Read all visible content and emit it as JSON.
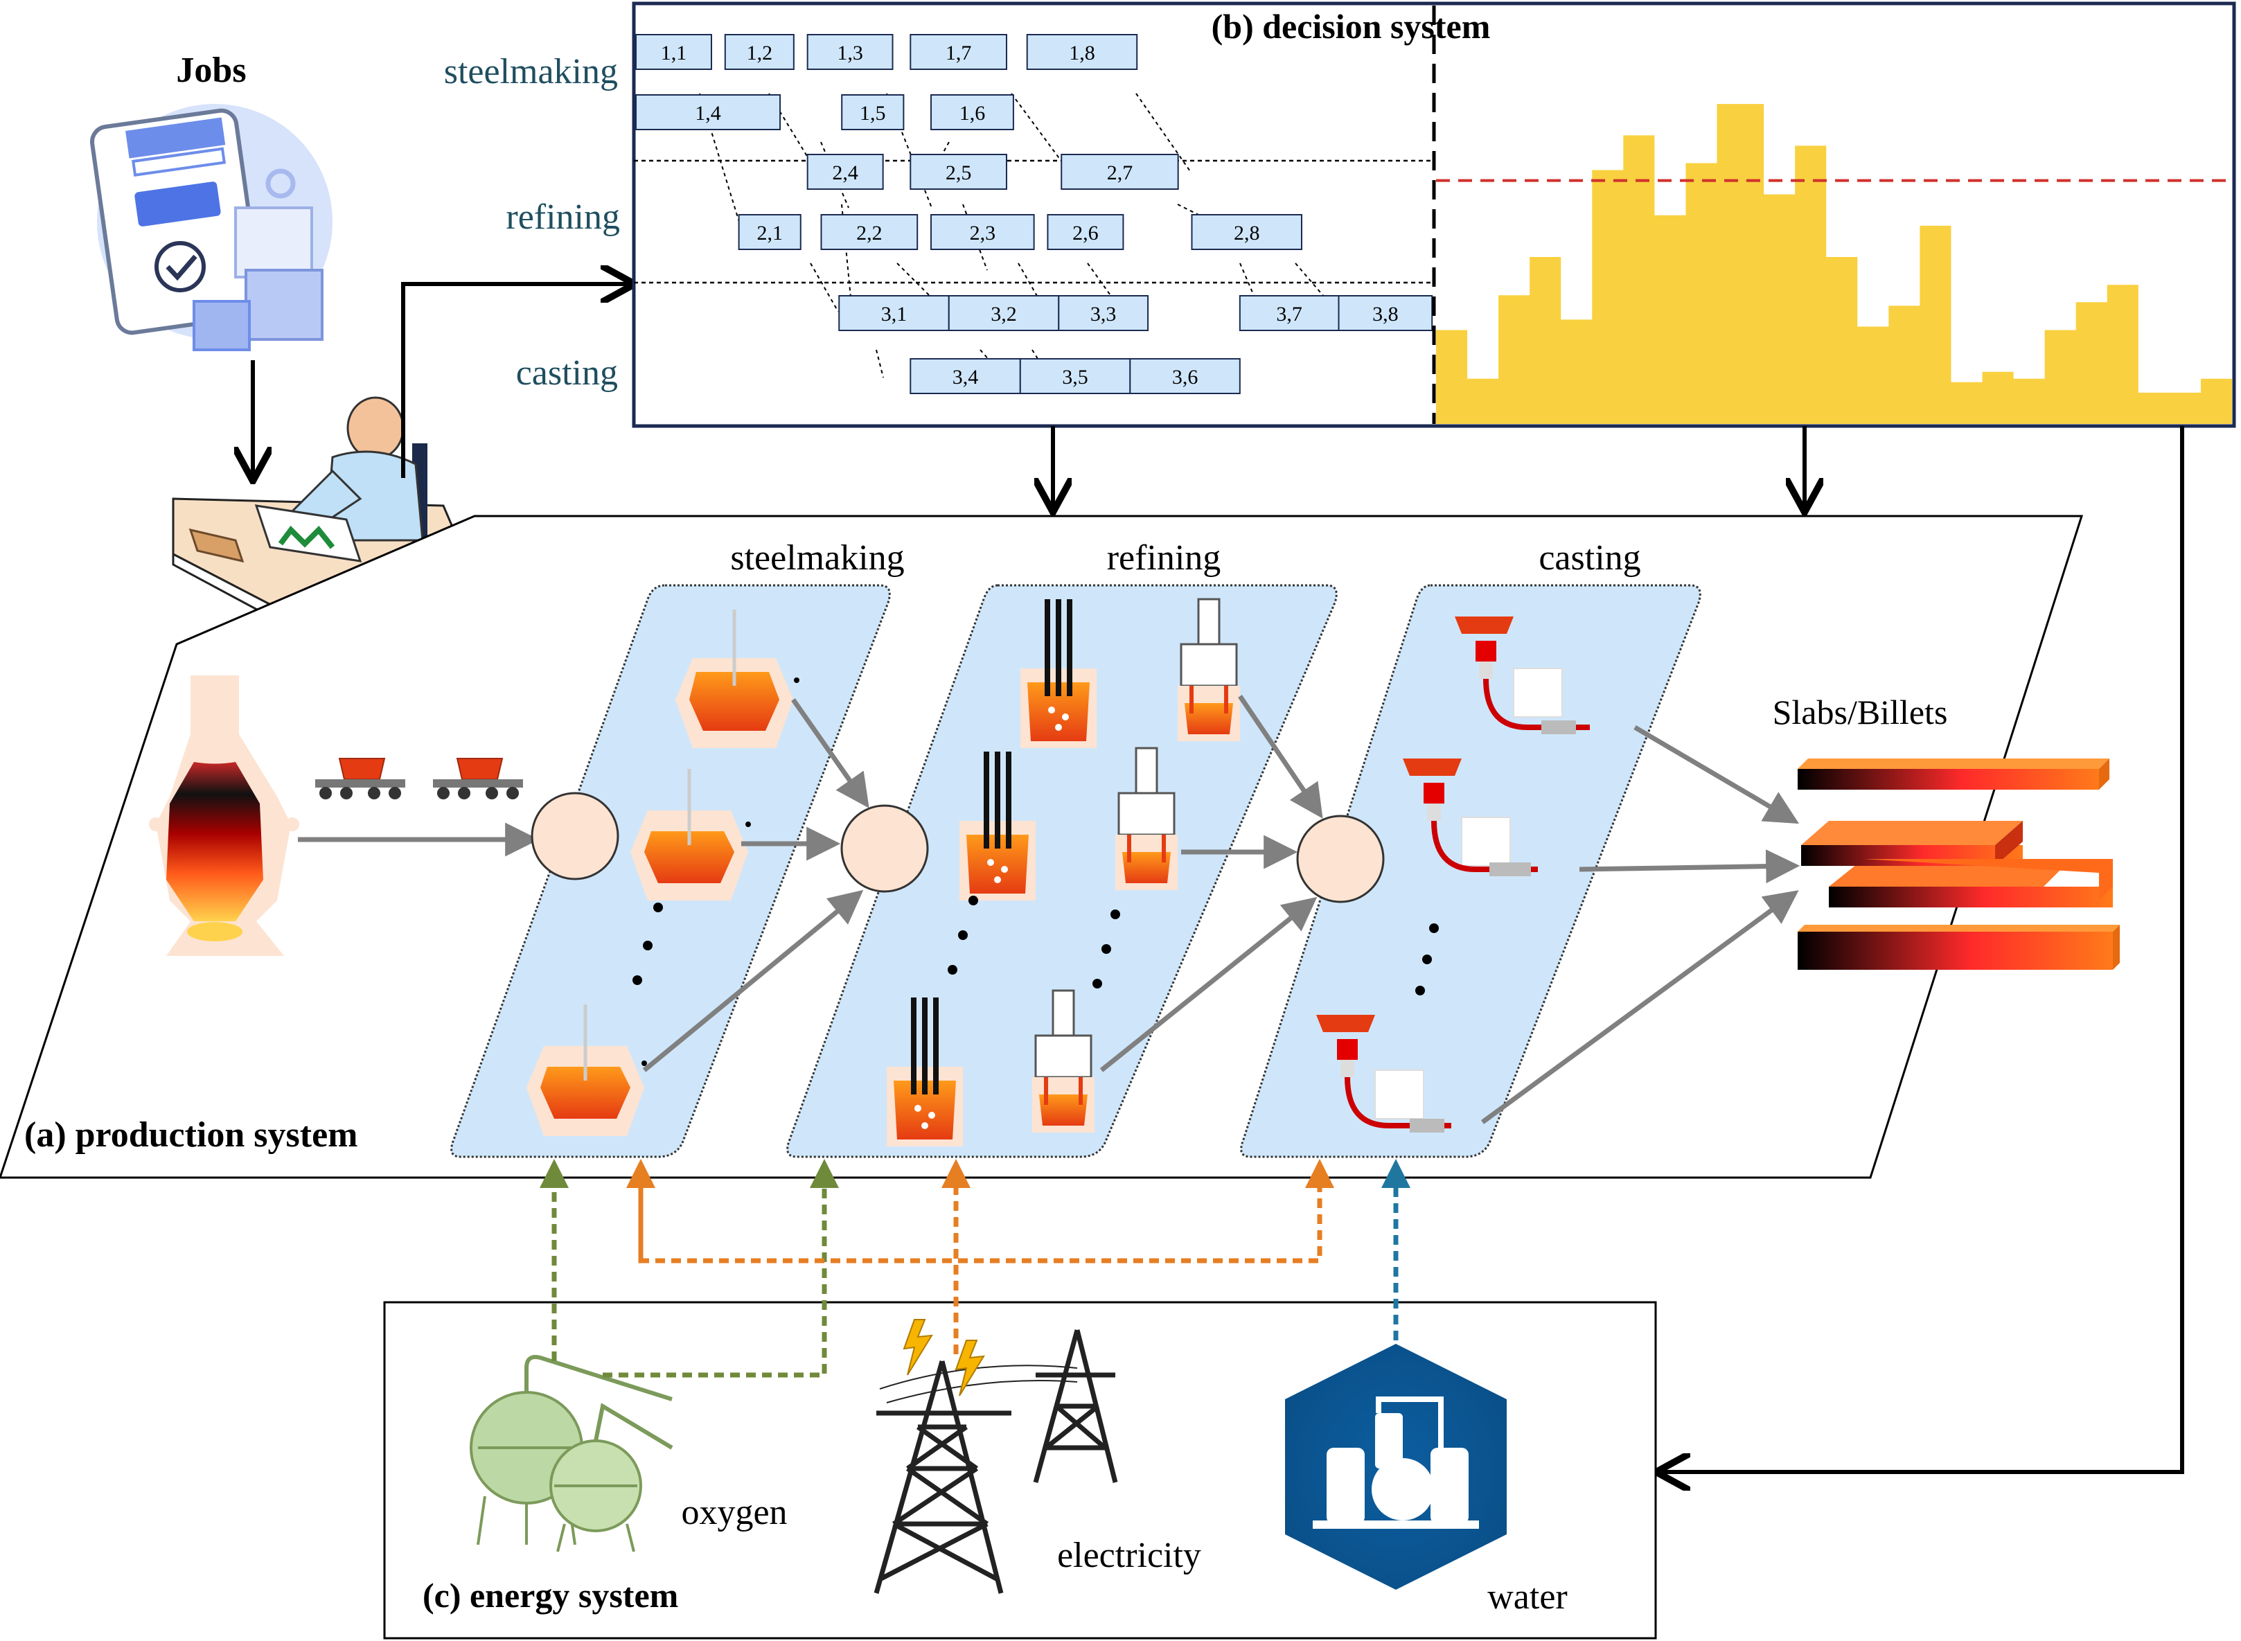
{
  "jobs": {
    "label": "Jobs"
  },
  "decision": {
    "title": "(b) decision system",
    "stages": [
      "steelmaking",
      "refining",
      "casting"
    ],
    "threshold_color": "#d0312d",
    "bar_color": "#f9d03f",
    "task_color": "#cfe6fa",
    "tasks": [
      {
        "label": "1,1",
        "x": 0.0,
        "w": 0.055,
        "row": 0
      },
      {
        "label": "1,2",
        "x": 0.065,
        "w": 0.05,
        "row": 0
      },
      {
        "label": "1,3",
        "x": 0.125,
        "w": 0.062,
        "row": 0
      },
      {
        "label": "1,7",
        "x": 0.2,
        "w": 0.07,
        "row": 0
      },
      {
        "label": "1,8",
        "x": 0.285,
        "w": 0.08,
        "row": 0
      },
      {
        "label": "1,4",
        "x": 0.0,
        "w": 0.105,
        "row": 1
      },
      {
        "label": "1,5",
        "x": 0.15,
        "w": 0.045,
        "row": 1
      },
      {
        "label": "1,6",
        "x": 0.215,
        "w": 0.06,
        "row": 1
      },
      {
        "label": "2,4",
        "x": 0.125,
        "w": 0.055,
        "row": 2
      },
      {
        "label": "2,5",
        "x": 0.2,
        "w": 0.07,
        "row": 2
      },
      {
        "label": "2,7",
        "x": 0.31,
        "w": 0.085,
        "row": 2
      },
      {
        "label": "2,1",
        "x": 0.075,
        "w": 0.045,
        "row": 3
      },
      {
        "label": "2,2",
        "x": 0.135,
        "w": 0.07,
        "row": 3
      },
      {
        "label": "2,3",
        "x": 0.215,
        "w": 0.075,
        "row": 3
      },
      {
        "label": "2,6",
        "x": 0.3,
        "w": 0.055,
        "row": 3
      },
      {
        "label": "2,8",
        "x": 0.405,
        "w": 0.08,
        "row": 3
      },
      {
        "label": "3,1",
        "x": 0.148,
        "w": 0.08,
        "row": 4
      },
      {
        "label": "3,2",
        "x": 0.228,
        "w": 0.08,
        "row": 4
      },
      {
        "label": "3,3",
        "x": 0.308,
        "w": 0.065,
        "row": 4
      },
      {
        "label": "3,7",
        "x": 0.44,
        "w": 0.072,
        "row": 4
      },
      {
        "label": "3,8",
        "x": 0.512,
        "w": 0.068,
        "row": 4
      },
      {
        "label": "3,4",
        "x": 0.2,
        "w": 0.08,
        "row": 5
      },
      {
        "label": "3,5",
        "x": 0.28,
        "w": 0.08,
        "row": 5
      },
      {
        "label": "3,6",
        "x": 0.36,
        "w": 0.08,
        "row": 5
      }
    ],
    "profile": [
      0.27,
      0.27,
      0.13,
      0.13,
      0.37,
      0.37,
      0.48,
      0.48,
      0.3,
      0.3,
      0.73,
      0.73,
      0.83,
      0.83,
      0.6,
      0.6,
      0.75,
      0.75,
      0.92,
      0.92,
      0.92,
      0.66,
      0.66,
      0.8,
      0.8,
      0.48,
      0.48,
      0.28,
      0.28,
      0.34,
      0.34,
      0.57,
      0.57,
      0.12,
      0.12,
      0.15,
      0.15,
      0.13,
      0.13,
      0.27,
      0.27,
      0.35,
      0.35,
      0.4,
      0.4,
      0.09,
      0.09,
      0.09,
      0.09,
      0.13,
      0.13
    ],
    "threshold": 0.7
  },
  "production": {
    "title": "(a) production system",
    "stages": [
      "steelmaking",
      "refining",
      "casting"
    ],
    "output_label": "Slabs/Billets",
    "panel_color": "#cfe6fa"
  },
  "energy": {
    "title": "(c) energy system",
    "sources": [
      "oxygen",
      "electricity",
      "water"
    ],
    "colors": {
      "oxygen": "#6f8a3a",
      "electricity": "#e67e22",
      "water": "#1f77a0"
    }
  }
}
